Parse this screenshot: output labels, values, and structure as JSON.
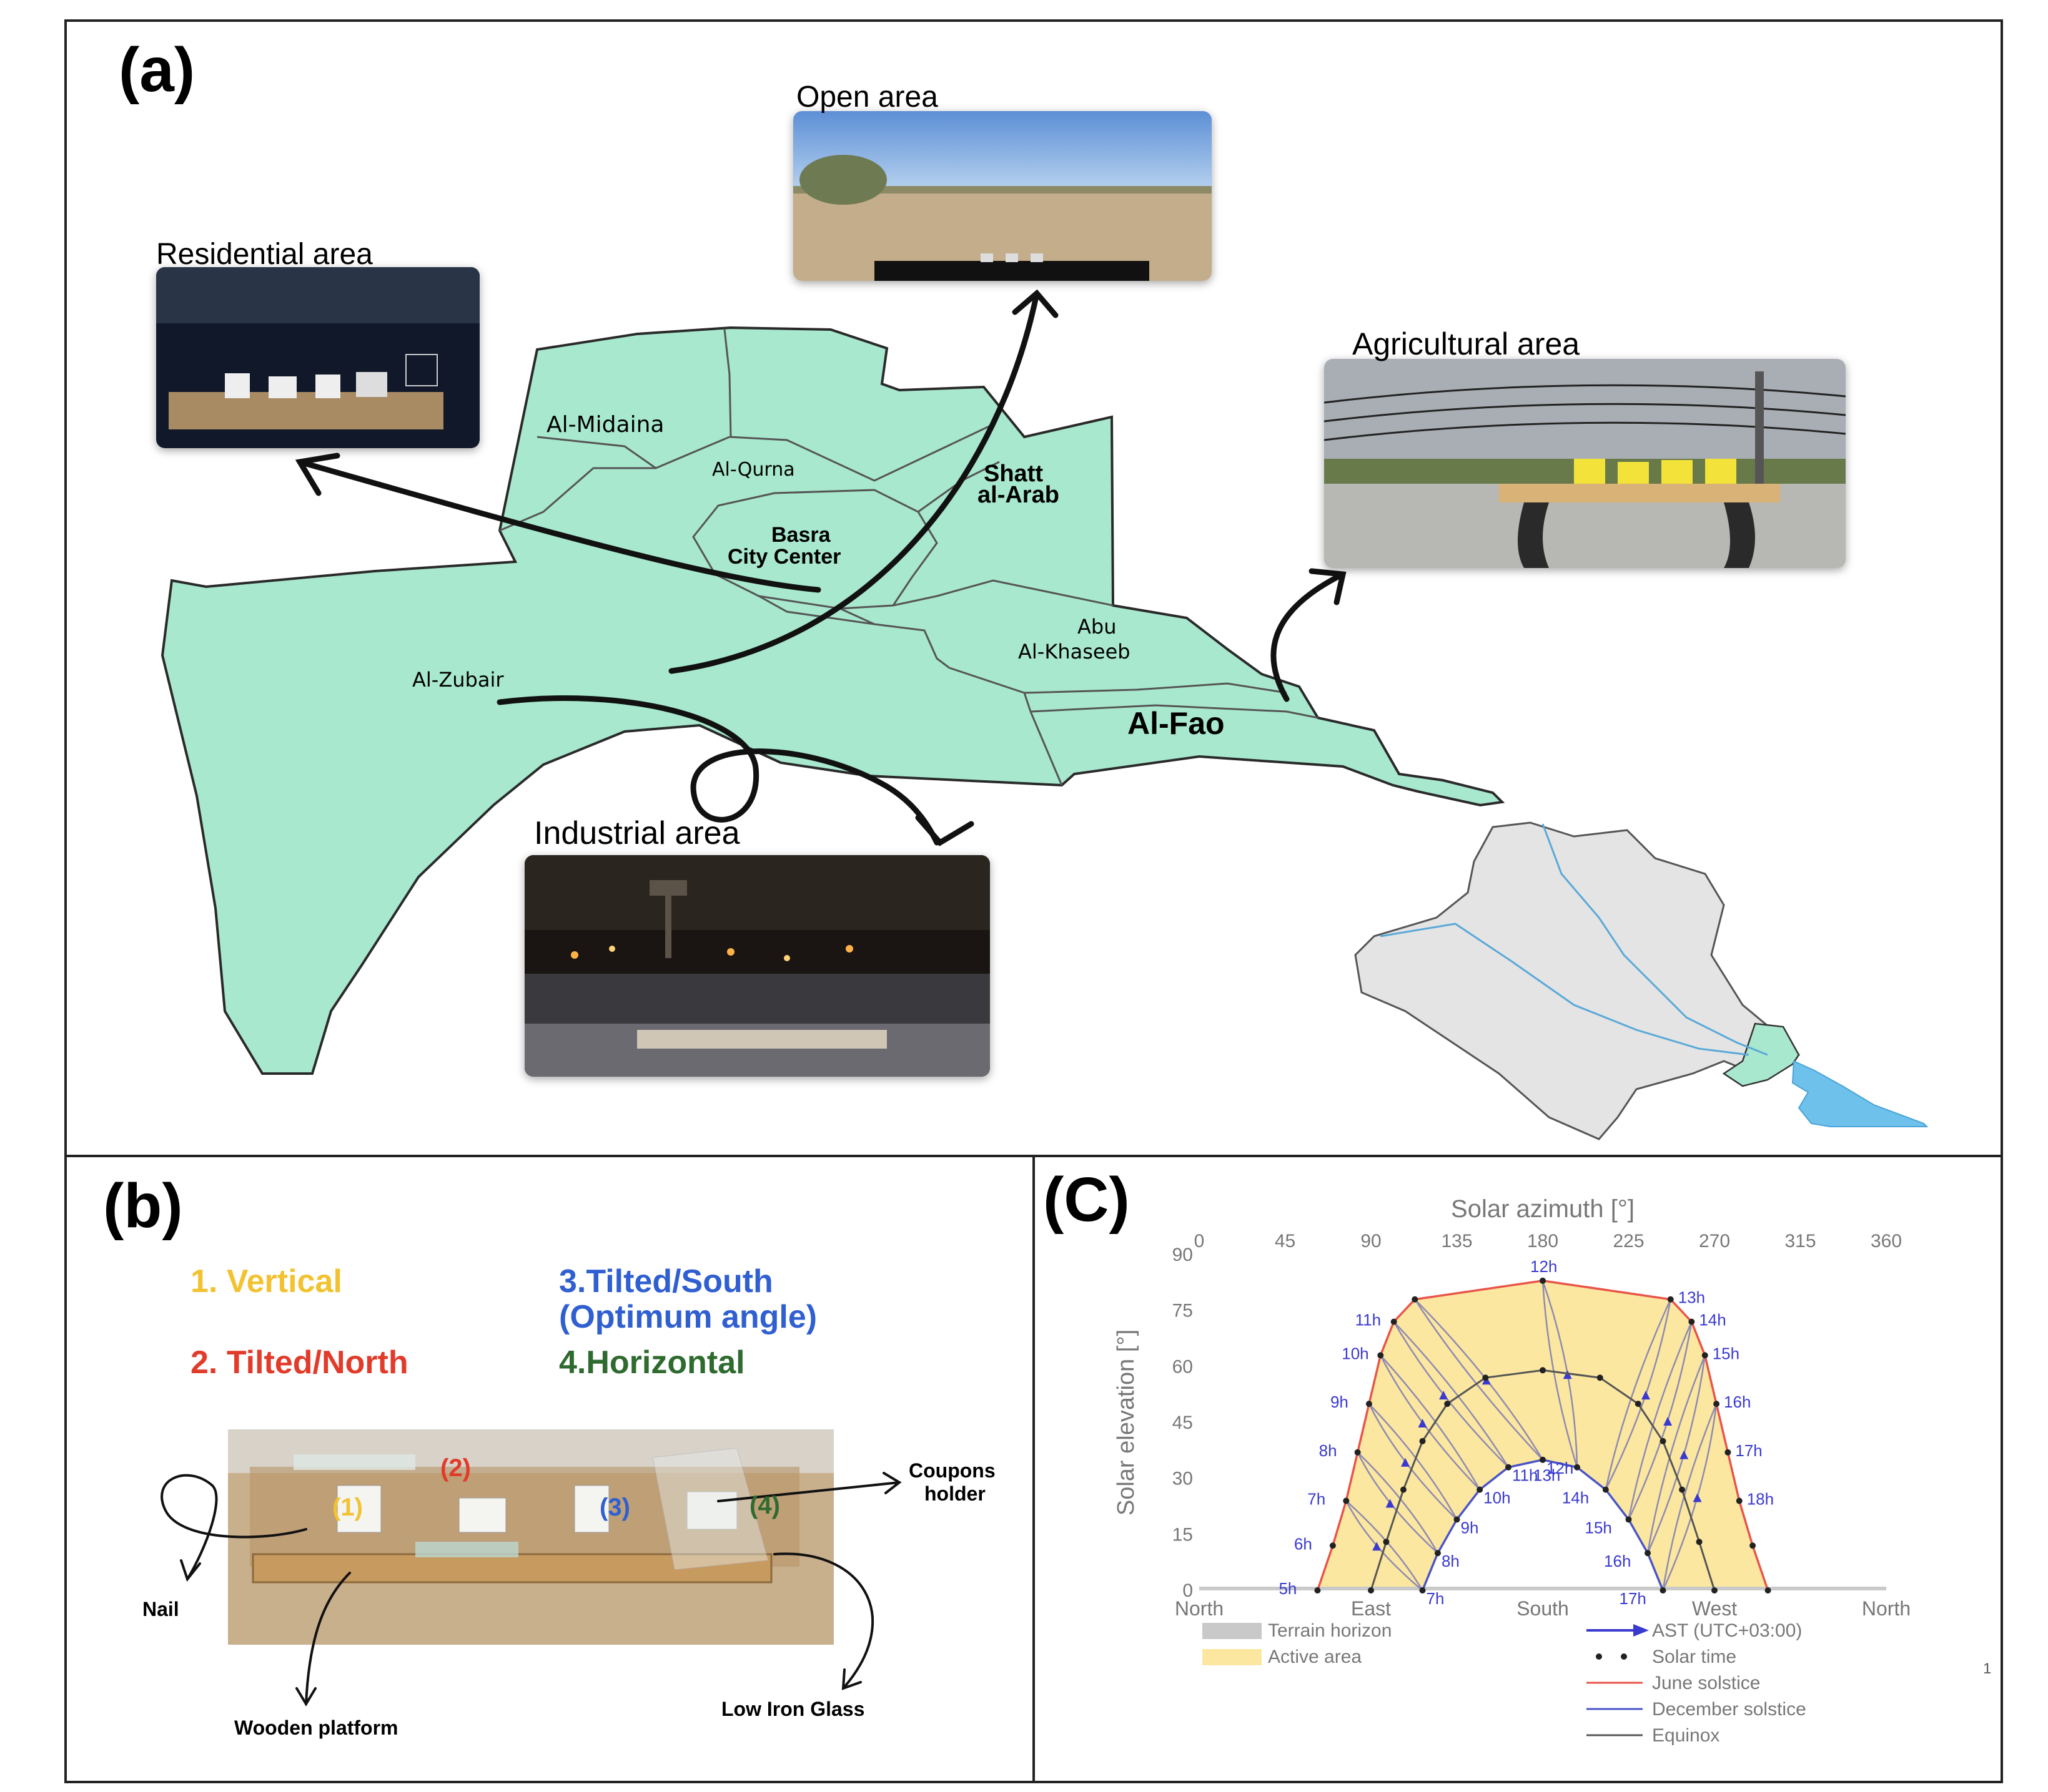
{
  "panel_a": {
    "letter": "(a)",
    "photos": {
      "open": "Open area",
      "residential": "Residential area",
      "agricultural": "Agricultural area",
      "industrial": "Industrial area"
    },
    "districts": {
      "midaina": "Al-Midaina",
      "qurna": "Al-Qurna",
      "shatt_1": "Shatt",
      "shatt_2": "al-Arab",
      "basra_1": "Basra",
      "basra_2": "City Center",
      "abu_1": "Abu",
      "abu_2": "Al-Khaseeb",
      "zubair": "Al-Zubair",
      "fao": "Al-Fao"
    }
  },
  "panel_b": {
    "letter": "(b)",
    "orientations": {
      "vertical": "1. Vertical",
      "tilted_south_1": "3.Tilted/South",
      "tilted_south_2": "(Optimum angle)",
      "tilted_north": "2. Tilted/North",
      "horizontal": "4.Horizontal"
    },
    "holder_numbers": [
      "(1)",
      "(2)",
      "(3)",
      "(4)"
    ],
    "annotations": {
      "coupons_1": "Coupons",
      "coupons_2": "holder",
      "nail": "Nail",
      "wooden": "Wooden platform",
      "glass": "Low Iron Glass"
    },
    "colors": {
      "vertical": "#f2c230",
      "tilted_north": "#e23b2a",
      "tilted_south": "#2f5fd0",
      "horizontal": "#2f6a2f"
    }
  },
  "panel_c": {
    "letter": "(C)",
    "side_mark": "1"
  },
  "chart_data": {
    "type": "line",
    "xlabel": "Solar azimuth [°]",
    "ylabel": "Solar elevation [°]",
    "xlim": [
      0,
      360
    ],
    "ylim": [
      0,
      90
    ],
    "x_ticks_top": [
      0,
      45,
      90,
      135,
      180,
      225,
      270,
      315,
      360
    ],
    "y_ticks": [
      0,
      15,
      30,
      45,
      60,
      75,
      90
    ],
    "x_ticks_bottom": [
      {
        "azimuth": 0,
        "label": "North"
      },
      {
        "azimuth": 90,
        "label": "East"
      },
      {
        "azimuth": 180,
        "label": "South"
      },
      {
        "azimuth": 270,
        "label": "West"
      },
      {
        "azimuth": 360,
        "label": "North"
      }
    ],
    "series": [
      {
        "name": "June solstice",
        "color": "#e8554a",
        "x": [
          62,
          70,
          77,
          83,
          89,
          95,
          102,
          113,
          180,
          247,
          258,
          265,
          271,
          277,
          283,
          290,
          298
        ],
        "y": [
          0,
          12,
          24,
          37,
          50,
          63,
          72,
          78,
          83,
          78,
          72,
          63,
          50,
          37,
          24,
          12,
          0
        ],
        "hour_labels": [
          "5h",
          "6h",
          "7h",
          "8h",
          "9h",
          "10h",
          "11h",
          "",
          "12h",
          "13h",
          "14h",
          "15h",
          "16h",
          "17h",
          "18h",
          "",
          ""
        ]
      },
      {
        "name": "Equinox",
        "color": "#555555",
        "x": [
          90,
          98,
          107,
          117,
          130,
          150,
          180,
          210,
          230,
          243,
          253,
          262,
          270
        ],
        "y": [
          0,
          13,
          27,
          40,
          50,
          57,
          59,
          57,
          50,
          40,
          27,
          13,
          0
        ]
      },
      {
        "name": "December solstice",
        "color": "#4a55c8",
        "x": [
          117,
          125,
          135,
          147,
          162,
          180,
          198,
          213,
          225,
          235,
          243
        ],
        "y": [
          0,
          10,
          19,
          27,
          33,
          35,
          33,
          27,
          19,
          10,
          0
        ],
        "hour_labels": [
          "7h",
          "8h",
          "9h",
          "10h",
          "11h",
          "12h",
          "13h",
          "14h",
          "15h",
          "16h",
          "17h"
        ]
      }
    ],
    "legend": [
      {
        "label": "Terrain horizon",
        "kind": "fill",
        "color": "#c9c9c9"
      },
      {
        "label": "Active area",
        "kind": "fill",
        "color": "#fbe7a0"
      },
      {
        "label": "AST (UTC+03:00)",
        "kind": "arrow",
        "color": "#3a3ad0"
      },
      {
        "label": "Solar time",
        "kind": "dots",
        "color": "#222222"
      },
      {
        "label": "June solstice",
        "kind": "line",
        "color": "#e8554a"
      },
      {
        "label": "December solstice",
        "kind": "line",
        "color": "#4a55c8"
      },
      {
        "label": "Equinox",
        "kind": "line",
        "color": "#555555"
      }
    ],
    "legend_position": "bottom"
  }
}
